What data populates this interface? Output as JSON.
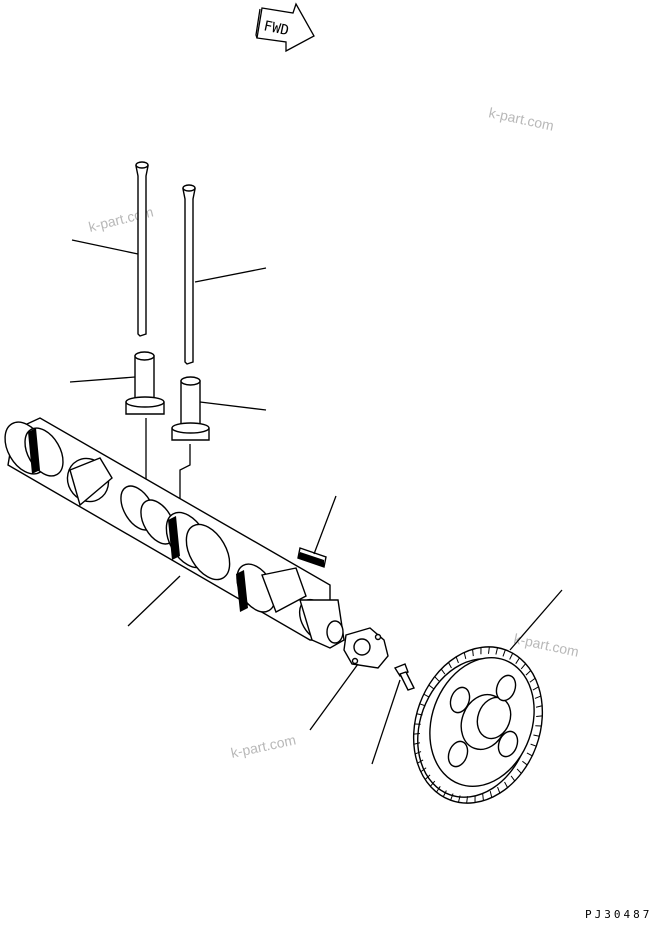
{
  "fwd_label": "FWD",
  "drawing_code": "PJ30487",
  "watermarks": [
    "k-part.com",
    "k-part.com",
    "k-part.com",
    "k-part.com"
  ],
  "colors": {
    "line": "#000000",
    "watermark": "#b8b8b8",
    "background": "#ffffff"
  },
  "icons": {
    "fwd_arrow": "direction-arrow-icon"
  }
}
